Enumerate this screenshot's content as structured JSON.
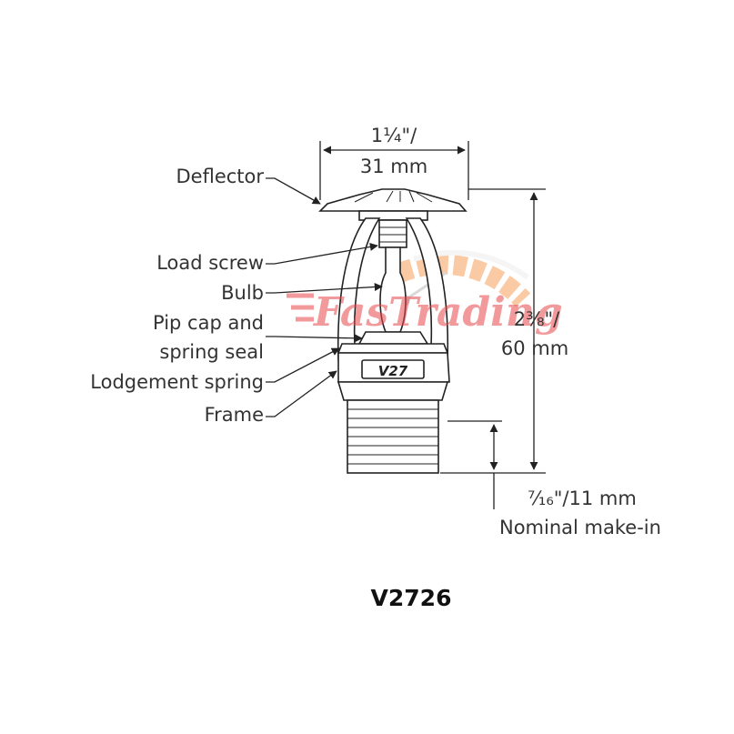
{
  "labels": {
    "deflector": "Deflector",
    "load_screw": "Load screw",
    "bulb": "Bulb",
    "pip_cap_line1": "Pip cap and",
    "pip_cap_line2": "spring seal",
    "lodgement_spring": "Lodgement spring",
    "frame": "Frame"
  },
  "dimensions": {
    "width_in": "1¼\"/",
    "width_mm": "31 mm",
    "height_in": "2⅜\"/",
    "height_mm": "60 mm",
    "makein_value": "⁷⁄₁₆\"/11 mm",
    "makein_label": "Nominal make-in"
  },
  "body_marking": "V27",
  "model": "V2726",
  "watermark": "FasTrading",
  "colors": {
    "watermark_red": "#e8464a",
    "watermark_orange": "#f5a05a",
    "line": "#222222",
    "text": "#333333"
  }
}
